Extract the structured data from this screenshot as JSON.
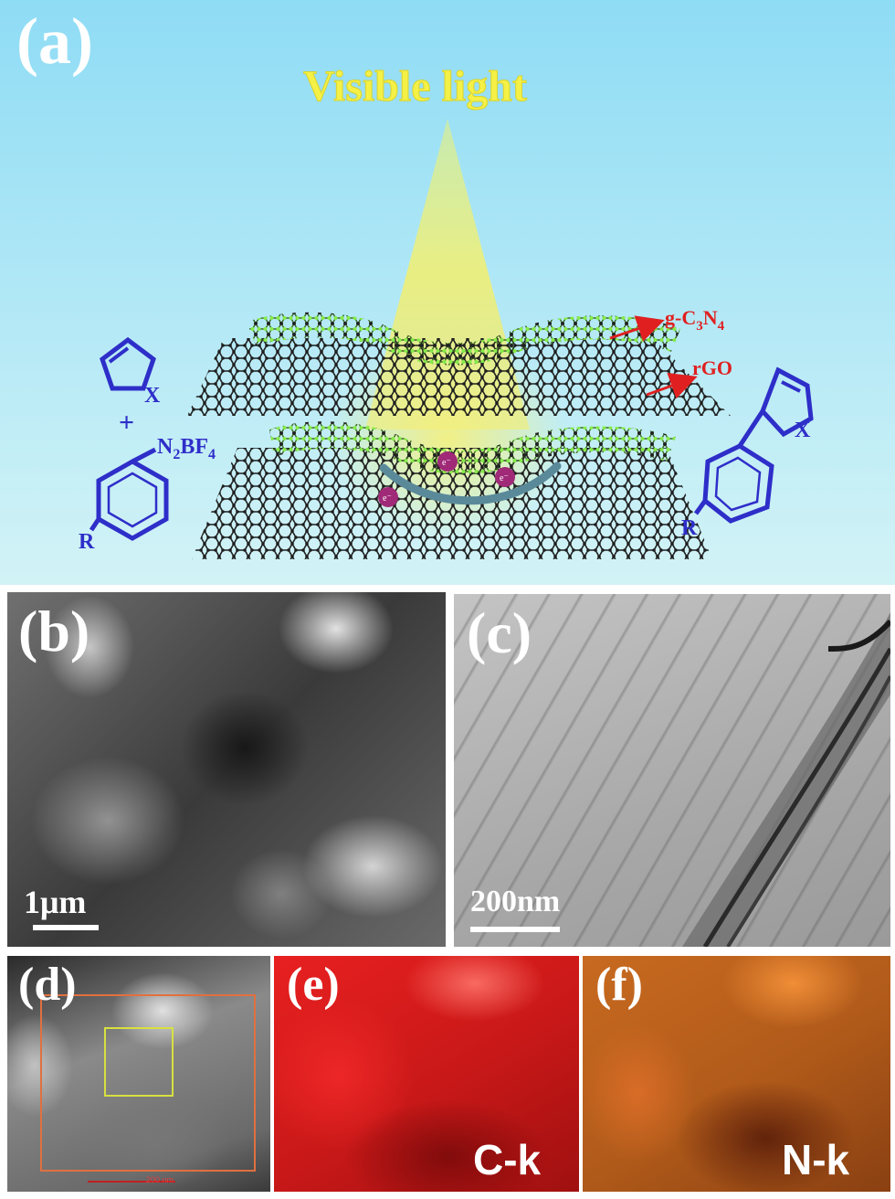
{
  "panel_a": {
    "label": "(a)",
    "light_label": "Visible light",
    "layer_label_1_main": "g-C",
    "layer_label_1_sub1": "3",
    "layer_label_1_mid": "N",
    "layer_label_1_sub2": "4",
    "layer_label_2": "rGO",
    "reagent_x": "X",
    "plus": "+",
    "n2bf4_main": "N",
    "n2bf4_sub1": "2",
    "n2bf4_mid": "BF",
    "n2bf4_sub2": "4",
    "r_left": "R",
    "product_x": "X",
    "r_right": "R",
    "electron": "e⁻",
    "colors": {
      "sky_top": "#8fdcf5",
      "sky_bottom": "#cdf2f7",
      "light_yellow": "#f2f070",
      "g_c3n4_green": "#7fe84a",
      "rgo_black": "#222222",
      "molecule_blue": "#2e2ec9",
      "label_red": "#e02020",
      "electron_purple": "#a02a78"
    }
  },
  "panel_b": {
    "label": "(b)",
    "scale_label": "1μm"
  },
  "panel_c": {
    "label": "(c)",
    "scale_label": "200nm"
  },
  "panel_d": {
    "label": "(d)",
    "scale_label": "200 nm"
  },
  "panel_e": {
    "label": "(e)",
    "element_label": "C-k"
  },
  "panel_f": {
    "label": "(f)",
    "element_label": "N-k"
  }
}
